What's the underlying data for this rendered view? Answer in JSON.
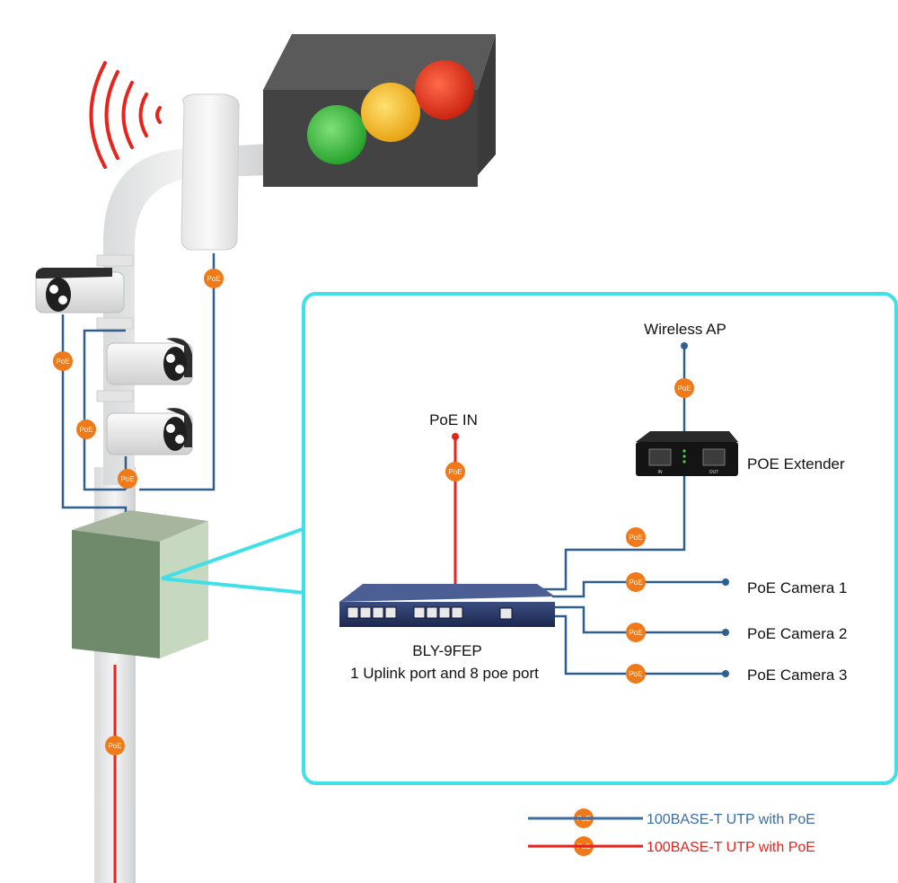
{
  "poe_badge": "PoE",
  "labels": {
    "wireless_ap": "Wireless AP",
    "poe_in": "PoE IN",
    "poe_extender": "POE Extender",
    "switch_model": "BLY-9FEP",
    "switch_desc": "1 Uplink port and 8 poe port",
    "camera_1": "PoE Camera 1",
    "camera_2": "PoE Camera 2",
    "camera_3": "PoE Camera 3"
  },
  "extender_ports": {
    "in": "IN",
    "out": "OUT"
  },
  "legend": [
    {
      "text": "100BASE-T UTP with PoE",
      "color": "#3a6ea5"
    },
    {
      "text": "100BASE-T UTP with PoE",
      "color": "#e8231c"
    }
  ],
  "colors": {
    "blue_cable": "#2f5f8f",
    "red_cable": "#e8231c",
    "poe_badge": "#f07a1a",
    "frame": "#3fe0e8",
    "light_green": "#2fb52f",
    "light_yellow": "#f2b90c",
    "light_red": "#e2260f"
  },
  "icons": [
    "wifi-signal-icon",
    "traffic-light-icon",
    "bullet-camera-icon",
    "access-point-icon",
    "switch-icon",
    "extender-icon",
    "enclosure-box-icon"
  ]
}
